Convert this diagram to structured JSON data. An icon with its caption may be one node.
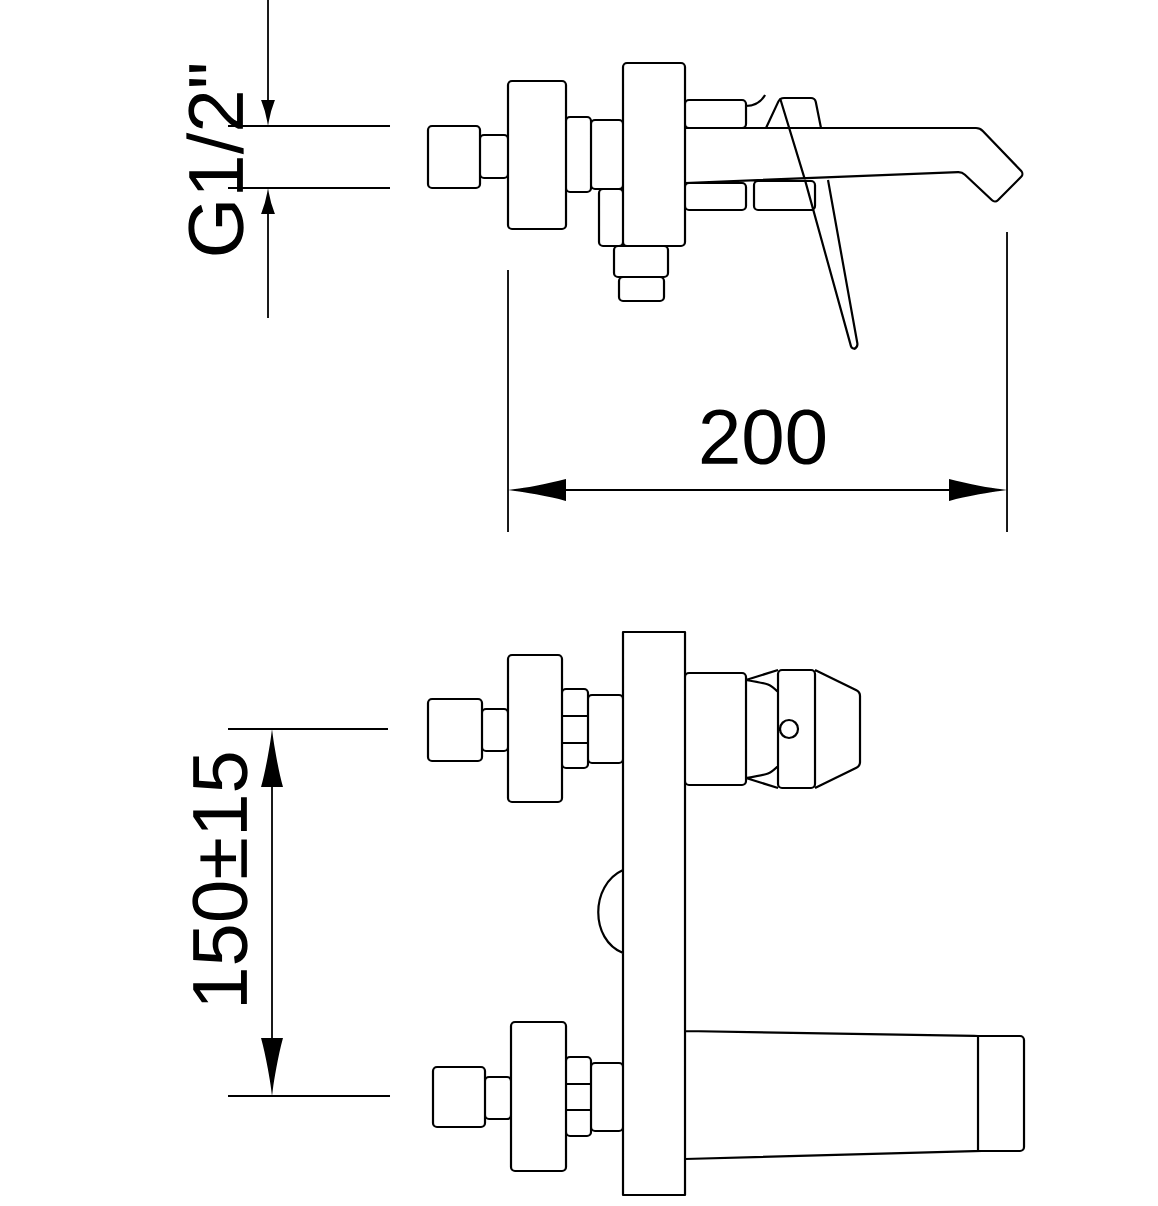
{
  "diagram": {
    "labels": [
      "G1/2\"",
      "200",
      "150±15"
    ]
  }
}
